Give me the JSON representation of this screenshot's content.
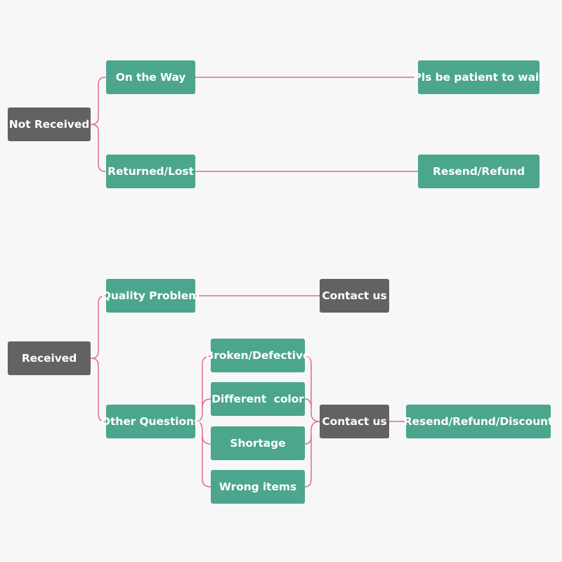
{
  "colors": {
    "background": "#f7f7f7",
    "green_node": "#4ca58d",
    "gray_node": "#626262",
    "connector": "#e06a95",
    "text": "#ffffff"
  },
  "not_received": {
    "root": "Not Received",
    "on_the_way": "On the Way",
    "on_the_way_result": "Pls be patient to wait",
    "returned_lost": "Returned/Lost",
    "returned_lost_result": "Resend/Refund"
  },
  "received": {
    "root": "Received",
    "quality_problem": "Quality Problem",
    "quality_contact": "Contact us",
    "other_questions": "Other Questions",
    "sub_items": [
      "Broken/Defective",
      "Different  color",
      "Shortage",
      "Wrong items"
    ],
    "other_contact": "Contact us",
    "other_result": "Resend/Refund/Discount"
  }
}
